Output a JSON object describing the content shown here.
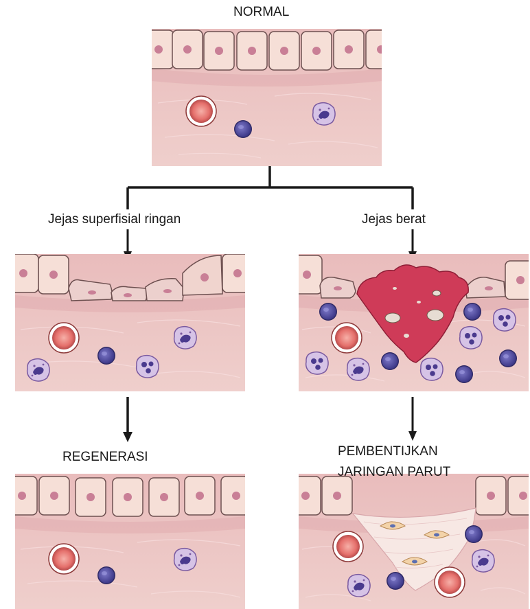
{
  "labels": {
    "normal": "NORMAL",
    "mild_injury": "Jejas superfisial ringan",
    "severe_injury": "Jejas berat",
    "regeneration": "REGENERASI",
    "scar_line1": "PEMBENTIJKAN",
    "scar_line2": "JARINGAN PARUT"
  },
  "colors": {
    "tissue": "#eac5c5",
    "epithelium": "#f4dcd4",
    "nucleus": "#c97f96",
    "blood_clot": "#d33a5a",
    "scar": "#f7e6e2",
    "lymphocyte": "#5d56a8",
    "neutrophil": "#a78bc5",
    "erythrocyte_vessel": "#e87070"
  }
}
